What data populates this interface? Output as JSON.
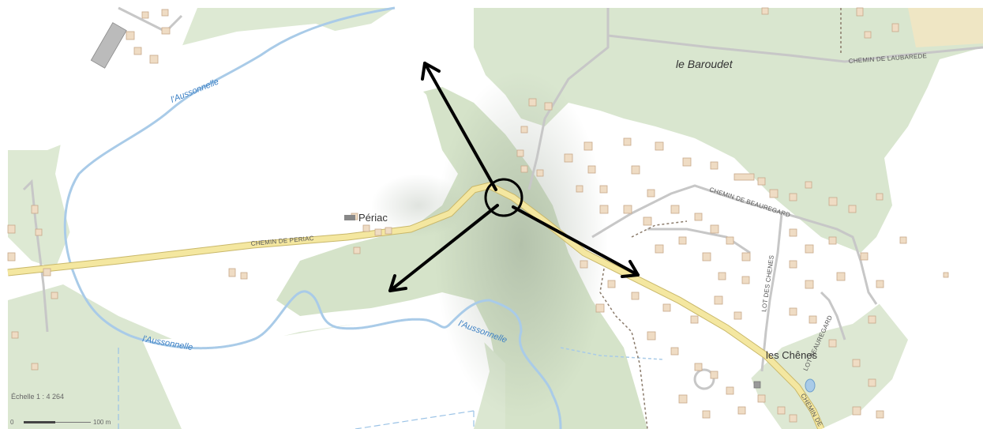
{
  "map": {
    "places": {
      "periac": "Périac",
      "baroudet": "le Baroudet",
      "chenes": "les Chênes"
    },
    "roads": {
      "chemin_periac": "CHEMIN DE PERIAC",
      "chemin_laubarede": "CHEMIN DE LAUBAREDE",
      "chemin_beauregard": "CHEMIN DE BEAUREGARD",
      "lot_chenes": "LOT DES CHENES",
      "lot_beauregard": "LOT BEAUREGARD",
      "chemin_de": "CHEMIN DE"
    },
    "rivers": {
      "aussonnelle_1": "l'Aussonnelle",
      "aussonnelle_2": "l'Aussonnelle",
      "aussonnelle_3": "l'Aussonnelle"
    },
    "scale": {
      "title": "Échelle 1 : 4 264",
      "zero": "0",
      "distance": "100 m"
    },
    "colors": {
      "forest": "#d9e6cf",
      "forest_dark": "#c6d8bc",
      "road_main": "#f4e7a0",
      "road_casing": "#c9b86a",
      "river": "#a9cbe8",
      "building": "#efdcc4",
      "arrow": "#000000"
    },
    "annotations": [
      "arrow-north-west",
      "arrow-south-east",
      "arrow-south-west",
      "center-circle"
    ]
  }
}
